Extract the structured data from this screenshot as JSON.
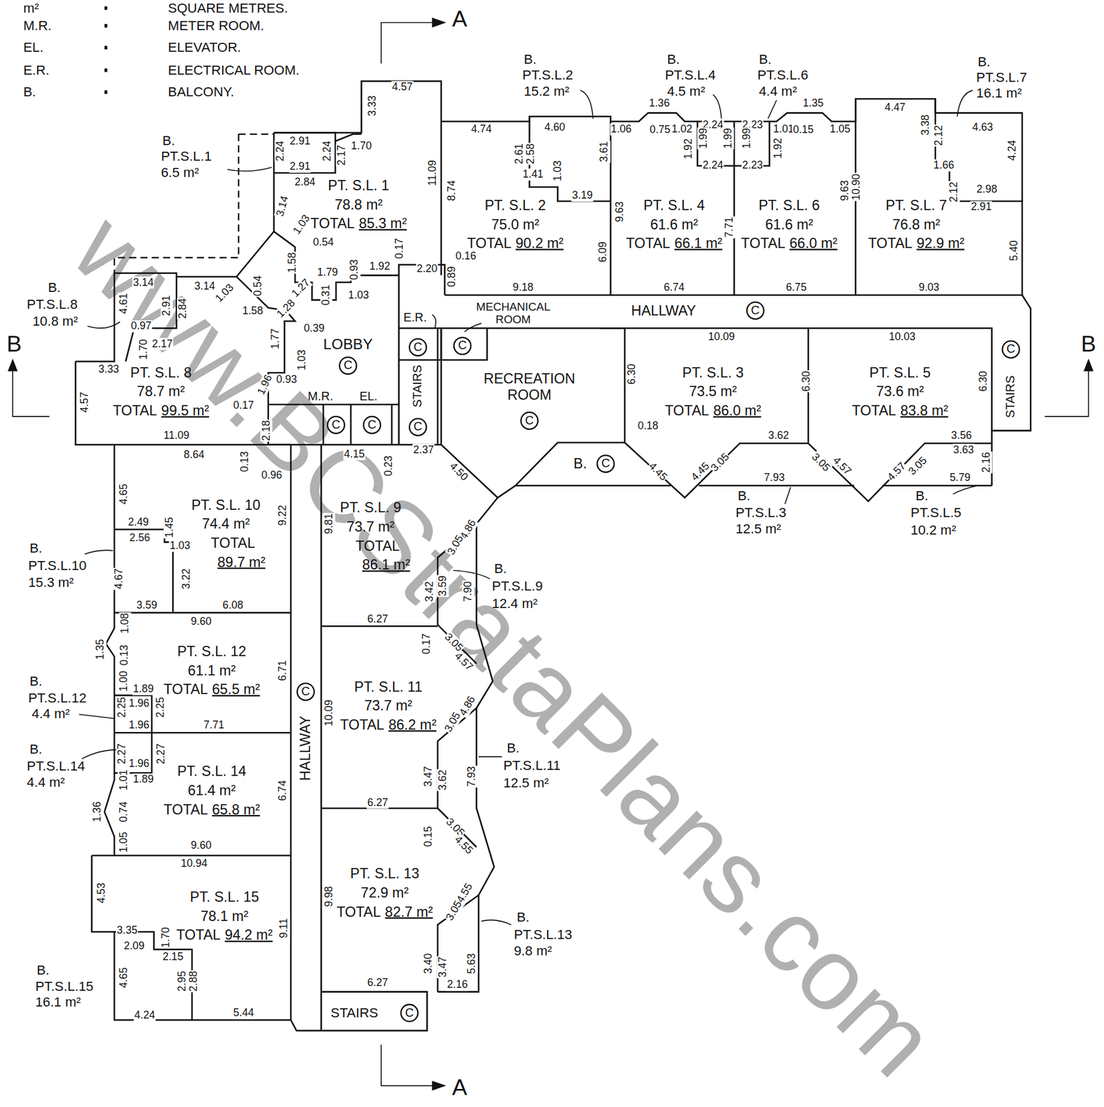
{
  "diagram": {
    "nodes": [
      {
        "text": [
          "PT. S.L. 1",
          "78.8 m²",
          "TOTAL",
          "85.3 m²"
        ]
      },
      {
        "text": [
          "PT. S.L. 2",
          "75.0 m²",
          "TOTAL",
          "90.2 m²"
        ]
      },
      {
        "text": [
          "PT. S.L. 4",
          "61.6 m²",
          "TOTAL",
          "66.1 m²"
        ]
      },
      {
        "text": [
          "PT. S.L. 6",
          "61.6 m²",
          "TOTAL",
          "66.0 m²"
        ]
      },
      {
        "text": [
          "PT. S.L. 7",
          "76.8 m²",
          "TOTAL",
          "92.9 m²"
        ]
      },
      {
        "text": [
          "HALLWAY",
          "C"
        ]
      },
      {
        "text": [
          "LOBBY",
          "C"
        ]
      },
      {
        "text": [
          "E.R.",
          "C"
        ]
      },
      {
        "text": [
          "MECHANICAL ROOM",
          "C"
        ]
      },
      {
        "text": [
          "PT. S.L. 8",
          "78.7 m²",
          "TOTAL",
          "99.5 m²"
        ]
      },
      {
        "text": [
          "M.R.",
          "C"
        ]
      },
      {
        "text": [
          "EL.",
          "C"
        ]
      },
      {
        "text": [
          "STAIRS",
          "C"
        ]
      },
      {
        "text": [
          "RECREATION ROOM",
          "C"
        ]
      },
      {
        "text": [
          "PT. S.L. 3",
          "73.5 m²",
          "TOTAL",
          "86.0 m²"
        ]
      },
      {
        "text": [
          "PT. S.L. 5",
          "73.6 m²",
          "TOTAL",
          "83.8 m²"
        ]
      },
      {
        "text": [
          "STAIRS",
          "C"
        ]
      },
      {
        "text": [
          "B.",
          "C"
        ]
      },
      {
        "text": [
          "PT. S.L. 10",
          "74.4 m²",
          "TOTAL",
          "89.7 m²"
        ]
      },
      {
        "text": [
          "PT. S.L. 9",
          "73.7 m²",
          "TOTAL",
          "86.1 m²"
        ]
      },
      {
        "text": [
          "PT. S.L. 12",
          "61.1 m²",
          "TOTAL",
          "65.5 m²"
        ]
      },
      {
        "text": [
          "PT. S.L. 11",
          "73.7 m²",
          "TOTAL",
          "86.2 m²"
        ]
      },
      {
        "text": [
          "PT. S.L. 14",
          "61.4 m²",
          "TOTAL",
          "65.8 m²"
        ]
      },
      {
        "text": [
          "HALLWAY",
          "C"
        ]
      },
      {
        "text": [
          "PT. S.L. 13",
          "72.9 m²",
          "TOTAL",
          "82.7 m²"
        ]
      },
      {
        "text": [
          "PT. S.L. 15",
          "78.1 m²",
          "TOTAL",
          "94.2 m²"
        ]
      },
      {
        "text": [
          "STAIRS",
          "C"
        ]
      }
    ],
    "labels": [
      "m²",
      "SQUARE METRES.",
      "M.R.",
      "METER ROOM.",
      "EL.",
      "ELEVATOR.",
      "E.R.",
      "ELECTRICAL ROOM.",
      "B.",
      "BALCONY.",
      "A",
      "A",
      "B",
      "B",
      "www.BCStrataPlans.com",
      "B.",
      "PT.S.L.1",
      "6.5 m²",
      "B.",
      "PT.S.L.2",
      "15.2 m²",
      "B.",
      "PT.S.L.4",
      "4.5 m²",
      "B.",
      "PT.S.L.6",
      "4.4 m²",
      "B.",
      "PT.S.L.7",
      "16.1 m²",
      "B.",
      "PT.S.L.8",
      "10.8 m²",
      "B.",
      "PT.S.L.3",
      "12.5 m²",
      "B.",
      "PT.S.L.5",
      "10.2 m²",
      "B.",
      "PT.S.L.10",
      "15.3 m²",
      "B.",
      "PT.S.L.9",
      "12.4 m²",
      "B.",
      "PT.S.L.12",
      "4.4 m²",
      "B.",
      "PT.S.L.14",
      "4.4 m²",
      "B.",
      "PT.S.L.11",
      "12.5 m²",
      "B.",
      "PT.S.L.13",
      "9.8 m²",
      "B.",
      "PT.S.L.15",
      "16.1 m²",
      "4.57",
      "3.33",
      "2.91",
      "2.24",
      "2.24",
      "2.17",
      "1.70",
      "2.91",
      "2.84",
      "3.14",
      "1.03",
      "0.54",
      "11.09",
      "1.58",
      "1.27",
      "1.79",
      "0.93",
      "0.31",
      "1.03",
      "1.92",
      "0.17",
      "2.20",
      "4.74",
      "4.60",
      "2.61",
      "2.58",
      "1.41",
      "1.03",
      "3.61",
      "3.19",
      "8.74",
      "0.16",
      "0.89",
      "9.18",
      "6.09",
      "1.36",
      "1.06",
      "0.75",
      "1.02",
      "2.24",
      "1.92",
      "1.99",
      "1.99",
      "2.24",
      "9.63",
      "7.71",
      "6.74",
      "2.23",
      "1.99",
      "1.01",
      "0.15",
      "1.35",
      "1.05",
      "1.92",
      "2.23",
      "9.63",
      "6.75",
      "4.47",
      "3.38",
      "2.12",
      "4.63",
      "1.66",
      "4.24",
      "2.12",
      "2.98",
      "2.91",
      "10.90",
      "5.40",
      "9.03",
      "3.14",
      "3.14",
      "1.03",
      "0.54",
      "1.58",
      "1.28",
      "4.61",
      "2.91",
      "2.84",
      "0.97",
      "2.17",
      "1.70",
      "3.33",
      "4.57",
      "11.09",
      "0.39",
      "1.77",
      "1.03",
      "0.93",
      "1.96",
      "0.17",
      "2.18",
      "8.64",
      "0.13",
      "0.96",
      "4.65",
      "2.49",
      "1.45",
      "2.56",
      "1.03",
      "4.67",
      "3.22",
      "9.22",
      "3.59",
      "6.08",
      "4.15",
      "2.37",
      "0.23",
      "4.50",
      "9.81",
      "4.86",
      "3.05",
      "3.42",
      "3.59",
      "7.90",
      "6.27",
      "9.60",
      "1.08",
      "1.35",
      "0.13",
      "1.00",
      "1.89",
      "1.96",
      "2.25",
      "2.25",
      "1.96",
      "6.71",
      "7.71",
      "0.17",
      "3.05",
      "4.57",
      "4.86",
      "3.05",
      "10.09",
      "3.47",
      "3.62",
      "7.93",
      "6.27",
      "2.27",
      "2.27",
      "1.96",
      "1.01",
      "1.89",
      "1.36",
      "0.74",
      "1.05",
      "6.74",
      "9.60",
      "0.15",
      "3.05",
      "4.55",
      "4.55",
      "3.05",
      "9.98",
      "3.40",
      "3.47",
      "5.63",
      "2.16",
      "6.27",
      "10.94",
      "4.53",
      "3.35",
      "1.70",
      "2.09",
      "2.15",
      "9.11",
      "4.65",
      "2.95",
      "2.88",
      "4.24",
      "5.44",
      "10.09",
      "6.30",
      "6.30",
      "0.18",
      "3.62",
      "4.45",
      "4.45",
      "3.05",
      "7.93",
      "3.05",
      "10.03",
      "6.30",
      "3.56",
      "4.57",
      "4.57",
      "3.05",
      "3.63",
      "5.79",
      "2.16"
    ]
  }
}
